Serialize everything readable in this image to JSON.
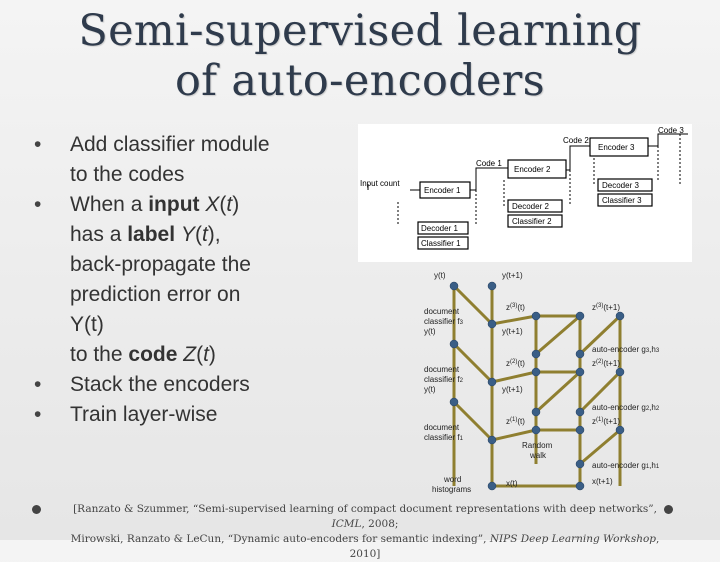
{
  "slide": {
    "title_line1": "Semi-supervised learning",
    "title_line2": "of auto-encoders"
  },
  "bullets": {
    "b1_line1": "Add classifier module",
    "b1_line2": "to the codes",
    "b2_pre": "When a ",
    "b2_input": "input",
    "b2_X": "X",
    "b2_paren_open": "(",
    "b2_t": "t",
    "b2_paren_close": ")",
    "b2_line2_pre": "has a ",
    "b2_label": "label",
    "b2_Y": "Y",
    "b2_line2_end": "),",
    "b2_line3": "back-propagate the",
    "b2_line4": "prediction error on",
    "b2_line5": "Y(t)",
    "b2_line6_pre": "to the ",
    "b2_code": "code",
    "b2_Z": "Z",
    "b2_line6_end": ")",
    "b3": "Stack the encoders",
    "b4": "Train layer-wise",
    "bullet_char": "•"
  },
  "diagram_top": {
    "input_count": "Input count",
    "encoder1": "Encoder 1",
    "code1": "Code 1",
    "decoder1": "Decoder 1",
    "classifier1": "Classifier 1",
    "encoder2": "Encoder 2",
    "code2": "Code 2",
    "decoder2": "Decoder 2",
    "classifier2": "Classifier 2",
    "encoder3": "Encoder 3",
    "code3": "Code 3",
    "decoder3": "Decoder 3",
    "classifier3": "Classifier 3"
  },
  "diagram_bottom": {
    "yt": "y(t)",
    "yt1": "y(t+1)",
    "z3t_pre": "z",
    "z3t_sup": "(3)",
    "z3t_post": "(t)",
    "z3t1_post": "(t+1)",
    "z2t_sup": "(2)",
    "z1t_sup": "(1)",
    "doc_clf3_line1": "document",
    "doc_clf3_line2": "classifier f",
    "doc_clf3_sub": "3",
    "doc_clf2_sub": "2",
    "doc_clf1_sub": "1",
    "ae3": "auto-encoder g",
    "ae3_sub1": "3",
    "ae3_mid": ",h",
    "ae3_sub2": "3",
    "ae2_sub1": "2",
    "ae2_sub2": "2",
    "ae1_sub1": "1",
    "ae1_sub2": "1",
    "random_walk_line1": "Random",
    "random_walk_line2": "walk",
    "word_histograms_line1": "word",
    "word_histograms_line2": "histograms",
    "xt": "x(t)",
    "xt1": "x(t+1)"
  },
  "reference": {
    "line1_a": "[Ranzato & Szummer, “Semi-supervised learning of compact document representations with deep networks”, ",
    "line1_b": "ICML",
    "line1_c": ", 2008;",
    "line2_a": "Mirowski, Ranzato & LeCun, “Dynamic auto-encoders for semantic indexing”, ",
    "line2_b": "NIPS Deep Learning Workshop",
    "line2_c": ", 2010]"
  },
  "colors": {
    "node_fill": "#3a5e86",
    "link": "#8f7f30",
    "title": "#2f3b4c"
  }
}
